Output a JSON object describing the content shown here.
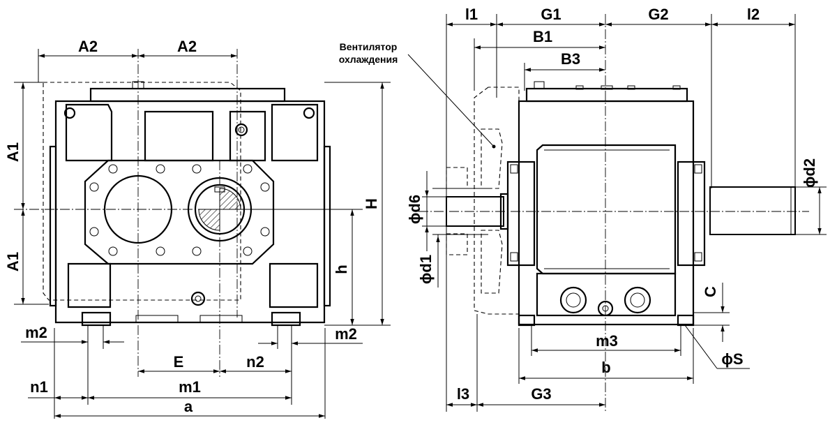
{
  "front_view": {
    "labels": {
      "A2_left": "A2",
      "A2_right": "A2",
      "A1_top": "A1",
      "A1_bottom": "A1",
      "H": "H",
      "h": "h",
      "m2_left": "m2",
      "m2_right": "m2",
      "E": "E",
      "n2": "n2",
      "n1": "n1",
      "m1": "m1",
      "a": "a"
    }
  },
  "side_view": {
    "labels": {
      "l1": "l1",
      "G1": "G1",
      "G2": "G2",
      "l2": "l2",
      "B1": "B1",
      "B3": "B3",
      "fan_line1": "Вентилятор",
      "fan_line2": "охлаждения",
      "d6": "ϕd6",
      "d1": "ϕd1",
      "d2": "ϕd2",
      "C": "C",
      "m3": "m3",
      "b": "b",
      "S": "ϕS",
      "l3": "l3",
      "G3": "G3"
    }
  }
}
